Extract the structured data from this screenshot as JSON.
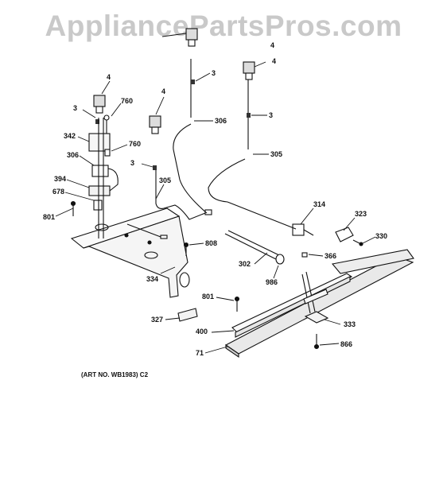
{
  "watermark": "AppliancePartsPros.com",
  "art_number": "(ART NO. WB1983) C2",
  "callouts": [
    "4",
    "3",
    "760",
    "342",
    "760",
    "306",
    "394",
    "678",
    "801",
    "4",
    "3",
    "305",
    "4",
    "3",
    "306",
    "4",
    "3",
    "305",
    "314",
    "323",
    "330",
    "808",
    "302",
    "366",
    "986",
    "334",
    "801",
    "327",
    "400",
    "333",
    "71",
    "866"
  ]
}
